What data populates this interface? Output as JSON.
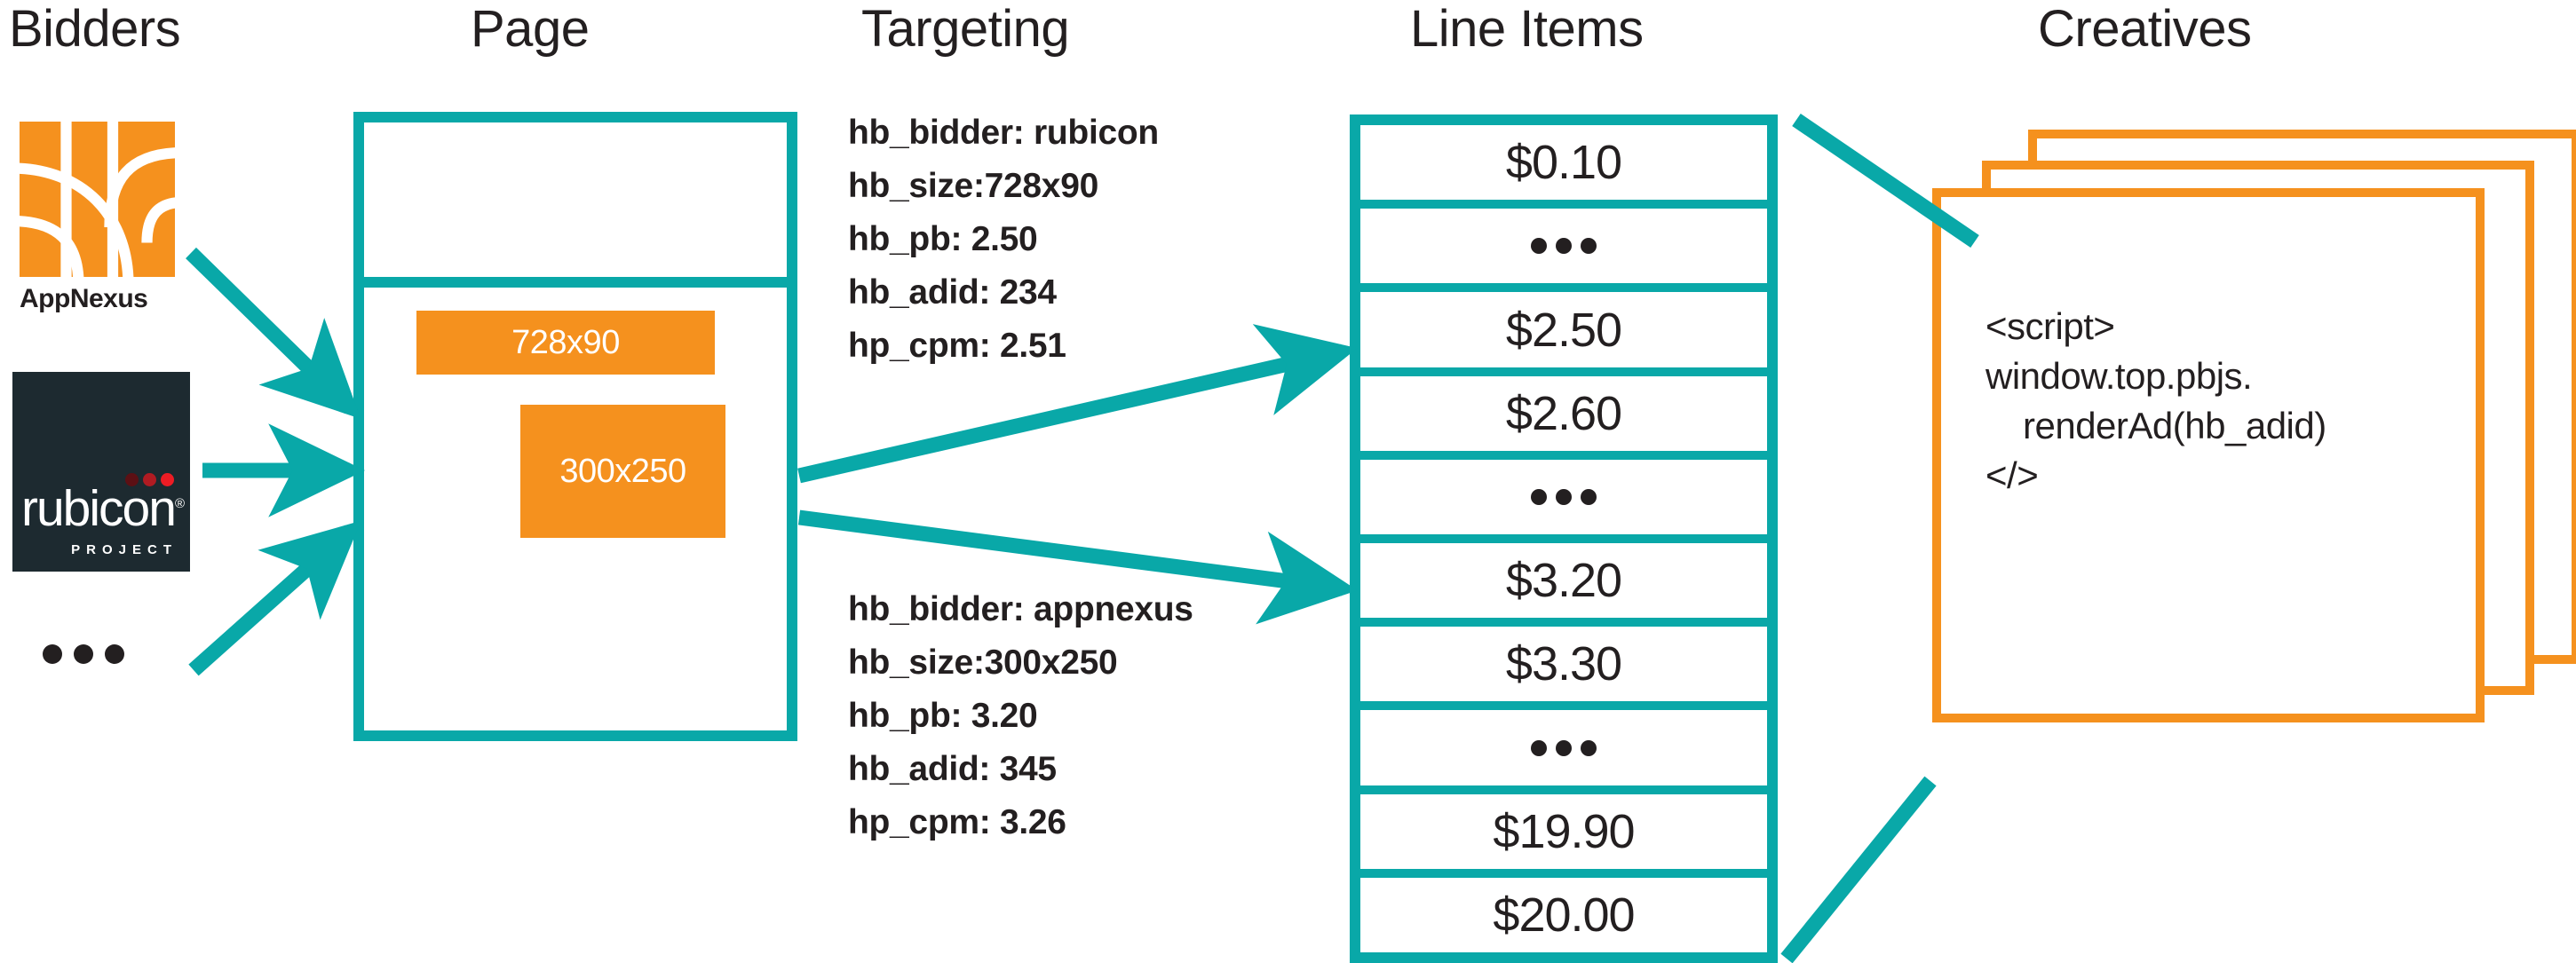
{
  "columns": [
    {
      "id": "bidders",
      "label": "Bidders"
    },
    {
      "id": "page",
      "label": "Page"
    },
    {
      "id": "targeting",
      "label": "Targeting"
    },
    {
      "id": "line_items",
      "label": "Line Items"
    },
    {
      "id": "creatives",
      "label": "Creatives"
    }
  ],
  "colors": {
    "teal": "#09a8a8",
    "orange": "#f5911e",
    "dark": "#231f20",
    "rubicon_navy": "#1d2a30",
    "rubicon_red": "#ed1c24",
    "white": "#ffffff"
  },
  "bidders": {
    "appnexus": {
      "name": "AppNexus",
      "logo_icon": "appnexus-arcs-icon"
    },
    "rubicon": {
      "name": "rubicon",
      "subtitle": "PROJECT",
      "registered_mark": "®"
    },
    "more_indicator": "•••"
  },
  "page": {
    "ad_slots": [
      {
        "id": "slot-728x90",
        "label": "728x90"
      },
      {
        "id": "slot-300x250",
        "label": "300x250"
      }
    ]
  },
  "targeting": {
    "blocks": [
      {
        "id": "targeting-rubicon",
        "lines": [
          "hb_bidder: rubicon",
          "hb_size:728x90",
          "hb_pb: 2.50",
          "hb_adid: 234",
          "hp_cpm: 2.51"
        ]
      },
      {
        "id": "targeting-appnexus",
        "lines": [
          "hb_bidder: appnexus",
          "hb_size:300x250",
          "hb_pb: 3.20",
          "hb_adid: 345",
          "hp_cpm: 3.26"
        ]
      }
    ]
  },
  "line_items": {
    "rows": [
      {
        "value": "$0.10",
        "ellipsis": false
      },
      {
        "value": "",
        "ellipsis": true
      },
      {
        "value": "$2.50",
        "ellipsis": false
      },
      {
        "value": "$2.60",
        "ellipsis": false
      },
      {
        "value": "",
        "ellipsis": true
      },
      {
        "value": "$3.20",
        "ellipsis": false
      },
      {
        "value": "$3.30",
        "ellipsis": false
      },
      {
        "value": "",
        "ellipsis": true
      },
      {
        "value": "$19.90",
        "ellipsis": false
      },
      {
        "value": "$20.00",
        "ellipsis": false
      }
    ]
  },
  "creatives": {
    "card_count": 3,
    "code_lines": [
      "<script>",
      "window.top.pbjs.",
      "renderAd(hb_adid)",
      "</>"
    ]
  }
}
